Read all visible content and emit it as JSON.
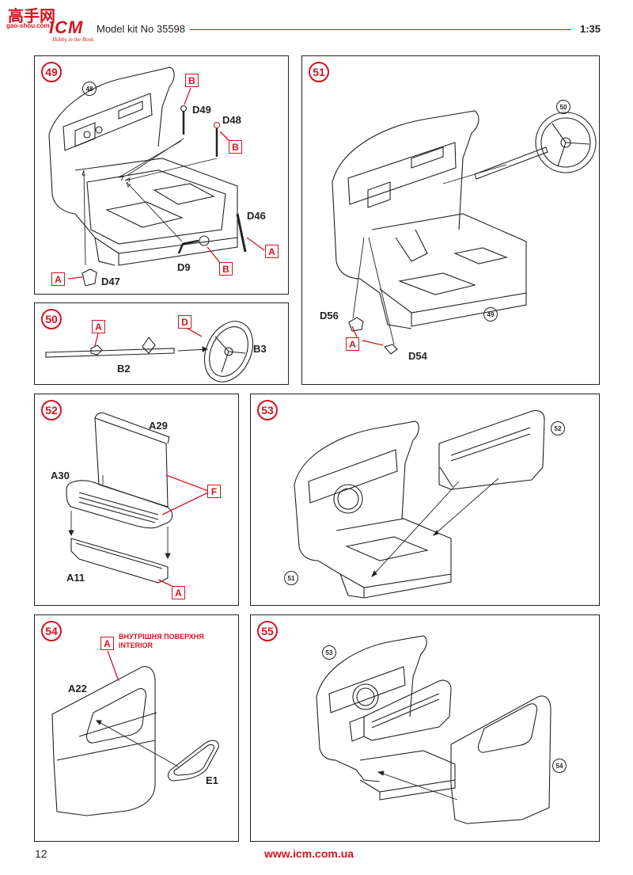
{
  "header": {
    "logo_site_cn": "高手网",
    "logo_site_url": "gao-shou.com",
    "brand": "ICM",
    "brand_tagline": "Hobby in the Book",
    "title": "Model kit No 35598",
    "scale": "1:35"
  },
  "steps": {
    "s49": {
      "number": "49",
      "ref": "48",
      "labels": {
        "d49": "D49",
        "d48": "D48",
        "d46": "D46",
        "d9": "D9",
        "d47": "D47"
      },
      "sprues": {
        "b1": "B",
        "b2": "B",
        "b3": "B",
        "a1": "A",
        "a2": "A"
      }
    },
    "s50": {
      "number": "50",
      "labels": {
        "b2": "B2",
        "b3": "B3"
      },
      "sprues": {
        "a": "A",
        "d": "D"
      }
    },
    "s51": {
      "number": "51",
      "ref_top": "50",
      "ref_bottom": "49",
      "labels": {
        "d56": "D56",
        "d54": "D54"
      },
      "sprues": {
        "a": "A"
      }
    },
    "s52": {
      "number": "52",
      "labels": {
        "a29": "A29",
        "a30": "A30",
        "a11": "A11"
      },
      "sprues": {
        "f": "F",
        "a": "A"
      }
    },
    "s53": {
      "number": "53",
      "ref_top": "52",
      "ref_bottom": "51"
    },
    "s54": {
      "number": "54",
      "note_ua": "ВНУТРІШНЯ ПОВЕРХНЯ",
      "note_en": "INTERIOR",
      "labels": {
        "a22": "A22",
        "e1": "E1"
      },
      "sprues": {
        "a": "A"
      }
    },
    "s55": {
      "number": "55",
      "ref_top": "53",
      "ref_bottom": "54"
    }
  },
  "footer": {
    "page_number": "12",
    "url": "www.icm.com.ua"
  },
  "colors": {
    "accent": "#d4141f",
    "line": "#222222"
  }
}
